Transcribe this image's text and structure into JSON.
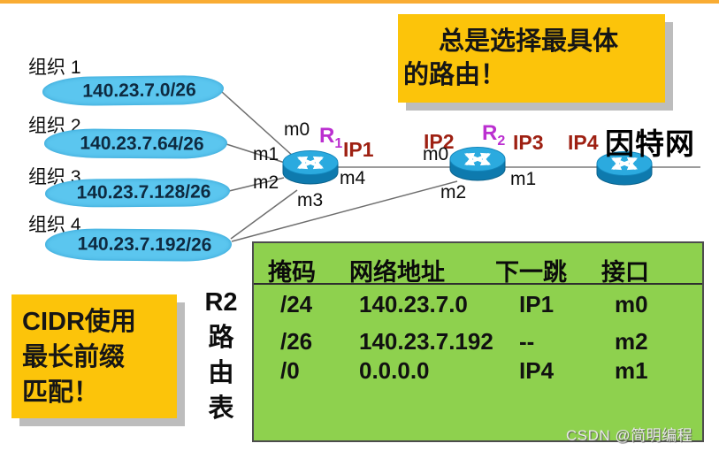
{
  "slide": {
    "top_callout": {
      "line1": "总是选择最具体",
      "line2": "的路由！"
    },
    "bottom_callout": {
      "line1": "CIDR使用",
      "line2": "最长前缀",
      "line3": "匹配！"
    }
  },
  "organizations": [
    {
      "label": "组织 1",
      "network": "140.23.7.0/26"
    },
    {
      "label": "组织 2",
      "network": "140.23.7.64/26"
    },
    {
      "label": "组织 3",
      "network": "140.23.7.128/26"
    },
    {
      "label": "组织 4",
      "network": "140.23.7.192/26"
    }
  ],
  "r1": {
    "name": "R",
    "sub": "1",
    "ip": "IP1",
    "port_m0": "m0",
    "port_m1": "m1",
    "port_m2": "m2",
    "port_m3": "m3",
    "port_m4": "m4"
  },
  "r2": {
    "name": "R",
    "sub": "2",
    "ip_left": "IP2",
    "ip_right": "IP3",
    "port_m0": "m0",
    "port_m1": "m1",
    "port_m2": "m2"
  },
  "internet": {
    "label": "因特网",
    "ip": "IP4"
  },
  "routing_table": {
    "title": [
      "R2",
      "路",
      "由",
      "表"
    ],
    "headers": [
      "掩码",
      "网络地址",
      "下一跳",
      "接口"
    ],
    "rows": [
      [
        "/24",
        "140.23.7.0",
        "IP1",
        "m0"
      ],
      [
        "/26",
        "140.23.7.192",
        "--",
        "m2"
      ],
      [
        "/0",
        "0.0.0.0",
        "IP4",
        "m1"
      ]
    ]
  },
  "watermark": "CSDN @简明编程",
  "colors": {
    "callout_yellow": "#FCC40A",
    "table_green": "#8ED14E",
    "cloud_blue": "#5BC6EF",
    "ip_red": "#9E2012",
    "router_name_magenta": "#BB2FD0",
    "top_strip_orange": "#F9AC33",
    "router_top_blue": "#2BAADF",
    "router_body_blue": "#0E7AAE"
  }
}
